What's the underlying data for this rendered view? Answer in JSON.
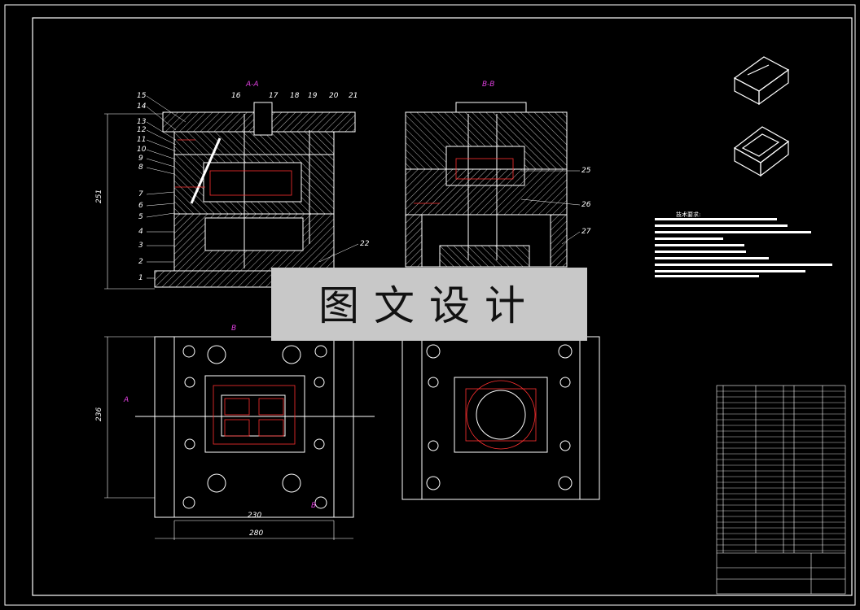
{
  "watermark": "图文设计",
  "section_labels": {
    "aa": "A-A",
    "bb": "B-B",
    "a_arrow": "A",
    "b_arrow": "B"
  },
  "dimensions": {
    "height_left": "251",
    "height_plan": "236",
    "width_230": "230",
    "width_280": "280"
  },
  "part_numbers_left": [
    "15",
    "14",
    "13",
    "12",
    "11",
    "10",
    "9",
    "8",
    "7",
    "6",
    "5",
    "4",
    "3",
    "2",
    "1"
  ],
  "part_numbers_top": [
    "16",
    "17",
    "18",
    "19",
    "20",
    "21"
  ],
  "part_numbers_right": [
    "25",
    "26",
    "27",
    "22"
  ],
  "notes_title": "技术要求:",
  "colors": {
    "background": "#000000",
    "line": "#ffffff",
    "hidden": "#ff3030",
    "label": "#e040e0",
    "center": "#ffd200"
  }
}
